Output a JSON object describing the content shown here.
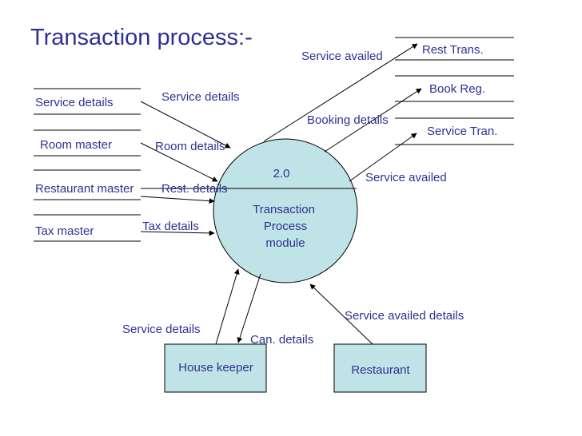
{
  "title": "Transaction process:-",
  "process": {
    "number": "2.0",
    "name_line1": "Transaction",
    "name_line2": "Process",
    "name_line3": "module"
  },
  "data_stores": {
    "service_details": "Service details",
    "room_master": "Room master",
    "restaurant_master": "Restaurant master",
    "tax_master": "Tax master",
    "rest_trans": "Rest Trans.",
    "book_reg": "Book Reg.",
    "service_tran": "Service Tran."
  },
  "entities": {
    "house_keeper": "House keeper",
    "restaurant": "Restaurant"
  },
  "flows": {
    "service_details": "Service details",
    "room_details": "Room details",
    "rest_details": "Rest. details",
    "tax_details": "Tax details",
    "service_availed_top": "Service availed",
    "booking_details": "Booking details",
    "service_availed_right": "Service availed",
    "hk_service_details": "Service details",
    "can_details": "Can. details",
    "service_availed_details": "Service availed details"
  },
  "colors": {
    "text": "#2e3192",
    "process_fill": "#bfe3e6",
    "entity_fill": "#bfe3e6",
    "lines": "#000000"
  }
}
